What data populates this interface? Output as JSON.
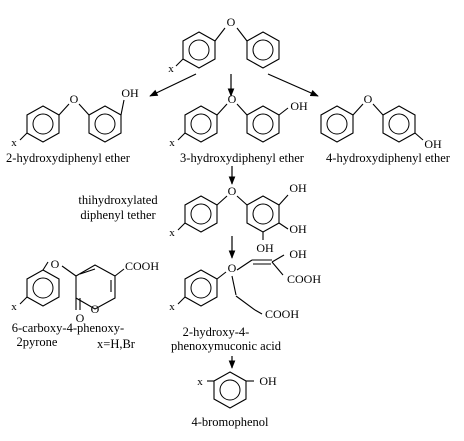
{
  "labels": {
    "ether2": "2-hydroxydiphenyl ether",
    "ether3": "3-hydroxydiphenyl ether",
    "ether4": "4-hydroxydiphenyl ether",
    "tri_line1": "thihydroxylated",
    "tri_line2": "diphenyl tether",
    "pyrone_line1": "6-carboxy-4-phenoxy-",
    "pyrone_line2": "2pyrone",
    "x_def": "x=H,Br",
    "muconic_line1": "2-hydroxy-4-",
    "muconic_line2": "phenoxymuconic acid",
    "bromophenol": "4-bromophenol"
  },
  "atoms": {
    "oxygen": "O",
    "hydroxyl": "OH",
    "carboxyl": "COOH",
    "substituent": "x"
  }
}
